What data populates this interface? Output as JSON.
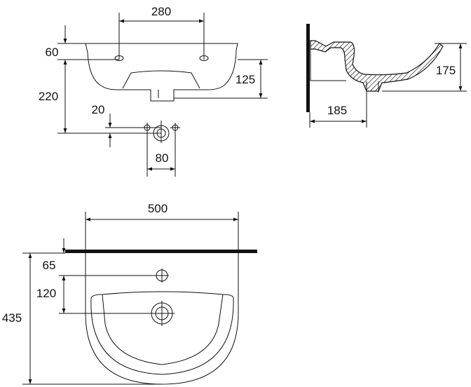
{
  "drawing": {
    "front_view": {
      "tap_hole_spacing": "280",
      "tap_hole_height": "60",
      "overall_height": "220",
      "front_depth": "125",
      "fixing_offset": "20",
      "fixing_spacing": "80"
    },
    "side_view": {
      "height": "175",
      "depth_to_drain": "185"
    },
    "top_view": {
      "width": "500",
      "tap_offset": "65",
      "drain_offset": "120",
      "overall_depth": "435"
    }
  }
}
